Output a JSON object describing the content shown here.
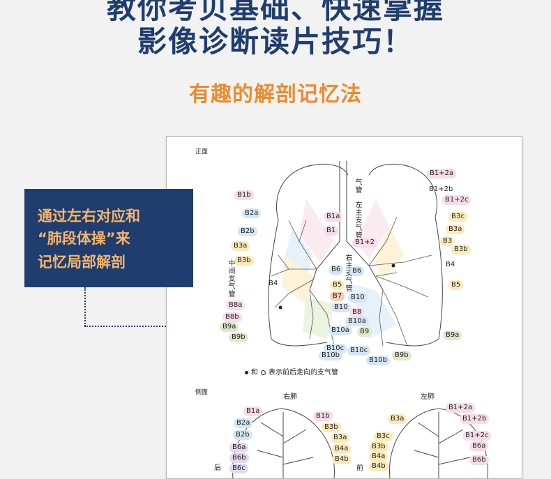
{
  "header": {
    "line1": "教你考贝基础、快速掌握",
    "line2": "影像诊断读片技巧！",
    "subtitle": "有趣的解剖记忆法"
  },
  "callout": {
    "line1": "通过左右对应和",
    "line2": "“肺段体操”来",
    "line3": "记忆局部解剖"
  },
  "doc": {
    "front_label": "正面",
    "side_label": "侧面",
    "legend": {
      "text1": "和",
      "text2": "表示前后走向的支气管"
    },
    "vertical_labels": {
      "trachea": "气管",
      "left_main_bronchus": "左主支气管",
      "right_main_bronchus": "右主支气管",
      "intermediate_bronchus": "中间支气管"
    },
    "side_titles": {
      "right_lung": "右肺",
      "left_lung": "左肺",
      "posterior": "后",
      "anterior": "前"
    },
    "front_segments": [
      {
        "text": "B1b",
        "color": "pink"
      },
      {
        "text": "B2a",
        "color": "blue"
      },
      {
        "text": "B2b",
        "color": "blue"
      },
      {
        "text": "B3a",
        "color": "yellow"
      },
      {
        "text": "B3b",
        "color": "yellow"
      },
      {
        "text": "B4",
        "color": "none"
      },
      {
        "text": "B8a",
        "color": "pink"
      },
      {
        "text": "B8b",
        "color": "pink"
      },
      {
        "text": "B9a",
        "color": "green"
      },
      {
        "text": "B9b",
        "color": "green"
      },
      {
        "text": "B1a",
        "color": "pink"
      },
      {
        "text": "B1",
        "color": "pink"
      },
      {
        "text": "B6",
        "color": "blue"
      },
      {
        "text": "B5",
        "color": "yellow"
      },
      {
        "text": "B7",
        "color": "orange"
      },
      {
        "text": "B10",
        "color": "blue"
      },
      {
        "text": "B10a",
        "color": "blue"
      },
      {
        "text": "B10c",
        "color": "blue"
      },
      {
        "text": "B10b",
        "color": "blue"
      },
      {
        "text": "B1+2a",
        "color": "pink"
      },
      {
        "text": "B1+2b",
        "color": "none"
      },
      {
        "text": "B1+2c",
        "color": "pink"
      },
      {
        "text": "B3c",
        "color": "yellow"
      },
      {
        "text": "B3a",
        "color": "yellow"
      },
      {
        "text": "B3",
        "color": "yellow"
      },
      {
        "text": "B3b",
        "color": "yellow"
      },
      {
        "text": "B4",
        "color": "none"
      },
      {
        "text": "B5",
        "color": "yellow"
      },
      {
        "text": "B1+2",
        "color": "pink"
      },
      {
        "text": "B6",
        "color": "blue"
      },
      {
        "text": "B10",
        "color": "blue"
      },
      {
        "text": "B8",
        "color": "pink"
      },
      {
        "text": "B10a",
        "color": "blue"
      },
      {
        "text": "B9",
        "color": "green"
      },
      {
        "text": "B9a",
        "color": "green"
      },
      {
        "text": "B10c",
        "color": "blue"
      },
      {
        "text": "B9b",
        "color": "green"
      },
      {
        "text": "B10b",
        "color": "blue"
      }
    ],
    "side_segments": [
      {
        "text": "B1a",
        "color": "pink"
      },
      {
        "text": "B2a",
        "color": "blue"
      },
      {
        "text": "B2b",
        "color": "blue"
      },
      {
        "text": "B6a",
        "color": "purple"
      },
      {
        "text": "B6b",
        "color": "purple"
      },
      {
        "text": "B6c",
        "color": "purple"
      },
      {
        "text": "B1b",
        "color": "pink"
      },
      {
        "text": "B3b",
        "color": "yellow"
      },
      {
        "text": "B3a",
        "color": "yellow"
      },
      {
        "text": "B4a",
        "color": "yellow"
      },
      {
        "text": "B4b",
        "color": "yellow"
      },
      {
        "text": "B3a",
        "color": "yellow"
      },
      {
        "text": "B3c",
        "color": "yellow"
      },
      {
        "text": "B3b",
        "color": "yellow"
      },
      {
        "text": "B4a",
        "color": "yellow"
      },
      {
        "text": "B4b",
        "color": "yellow"
      },
      {
        "text": "B1+2a",
        "color": "pink"
      },
      {
        "text": "B1+2b",
        "color": "pink"
      },
      {
        "text": "B1+2c",
        "color": "pink"
      },
      {
        "text": "B6a",
        "color": "pink"
      },
      {
        "text": "B6b",
        "color": "pink"
      }
    ]
  },
  "colors": {
    "navy": "#1f3d6e",
    "orange": "#ee8a2c",
    "callout_text": "#f6b56a"
  }
}
